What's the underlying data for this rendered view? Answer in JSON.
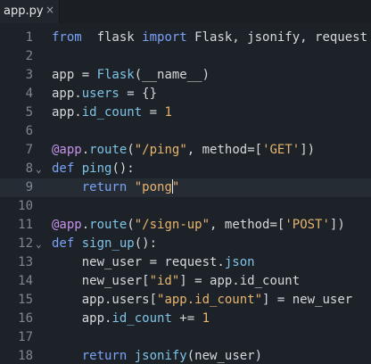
{
  "tab": {
    "filename": "app.py",
    "close_glyph": "×"
  },
  "colors": {
    "background": "#1d2228",
    "keyword": "#7aa2f7",
    "function": "#7ec3e6",
    "string": "#e7b56f",
    "decorator": "#c792ea"
  },
  "lines": [
    {
      "num": "1",
      "tokens": [
        [
          "kw",
          "from"
        ],
        [
          "",
          "  flask "
        ],
        [
          "kw",
          "import"
        ],
        [
          "",
          " Flask, jsonify, request"
        ]
      ]
    },
    {
      "num": "2",
      "tokens": []
    },
    {
      "num": "3",
      "tokens": [
        [
          "",
          "app = "
        ],
        [
          "fn",
          "Flask"
        ],
        [
          "",
          "(__name__)"
        ]
      ]
    },
    {
      "num": "4",
      "tokens": [
        [
          "",
          "app."
        ],
        [
          "attr",
          "users"
        ],
        [
          "",
          " = {}"
        ]
      ]
    },
    {
      "num": "5",
      "tokens": [
        [
          "",
          "app."
        ],
        [
          "attr",
          "id_count"
        ],
        [
          "",
          " = "
        ],
        [
          "num",
          "1"
        ]
      ]
    },
    {
      "num": "6",
      "tokens": []
    },
    {
      "num": "7",
      "tokens": [
        [
          "dec",
          "@app"
        ],
        [
          "",
          "."
        ],
        [
          "fn",
          "route"
        ],
        [
          "",
          "("
        ],
        [
          "str",
          "\"/ping\""
        ],
        [
          "",
          ", method=["
        ],
        [
          "str",
          "'GET'"
        ],
        [
          "",
          "])"
        ]
      ]
    },
    {
      "num": "8",
      "fold": "⌄",
      "tokens": [
        [
          "kw",
          "def"
        ],
        [
          "",
          " "
        ],
        [
          "fn",
          "ping"
        ],
        [
          "",
          "():"
        ]
      ]
    },
    {
      "num": "9",
      "current": true,
      "tokens": [
        [
          "",
          "    "
        ],
        [
          "kw",
          "return"
        ],
        [
          "",
          " "
        ],
        [
          "str",
          "\"pong"
        ],
        [
          "cursor",
          ""
        ],
        [
          "str",
          "\""
        ]
      ]
    },
    {
      "num": "10",
      "tokens": []
    },
    {
      "num": "11",
      "tokens": [
        [
          "dec",
          "@app"
        ],
        [
          "",
          "."
        ],
        [
          "fn",
          "route"
        ],
        [
          "",
          "("
        ],
        [
          "str",
          "\"/sign-up\""
        ],
        [
          "",
          ", method=["
        ],
        [
          "str",
          "'POST'"
        ],
        [
          "",
          "])"
        ]
      ]
    },
    {
      "num": "12",
      "fold": "⌄",
      "tokens": [
        [
          "kw",
          "def"
        ],
        [
          "",
          " "
        ],
        [
          "fn",
          "sign_up"
        ],
        [
          "",
          "():"
        ]
      ]
    },
    {
      "num": "13",
      "tokens": [
        [
          "",
          "    new_user = request."
        ],
        [
          "attr",
          "json"
        ]
      ]
    },
    {
      "num": "14",
      "tokens": [
        [
          "",
          "    new_user["
        ],
        [
          "str",
          "\"id\""
        ],
        [
          "",
          "] = app.id_count"
        ]
      ]
    },
    {
      "num": "15",
      "tokens": [
        [
          "",
          "    app.users["
        ],
        [
          "str",
          "\"app.id_count\""
        ],
        [
          "",
          "] = new_user"
        ]
      ]
    },
    {
      "num": "16",
      "tokens": [
        [
          "",
          "    app."
        ],
        [
          "attr",
          "id_count"
        ],
        [
          "",
          " += "
        ],
        [
          "num",
          "1"
        ]
      ]
    },
    {
      "num": "17",
      "tokens": []
    },
    {
      "num": "18",
      "tokens": [
        [
          "",
          "    "
        ],
        [
          "kw",
          "return"
        ],
        [
          "",
          " "
        ],
        [
          "fn",
          "jsonify"
        ],
        [
          "",
          "(new_user)"
        ]
      ]
    }
  ]
}
